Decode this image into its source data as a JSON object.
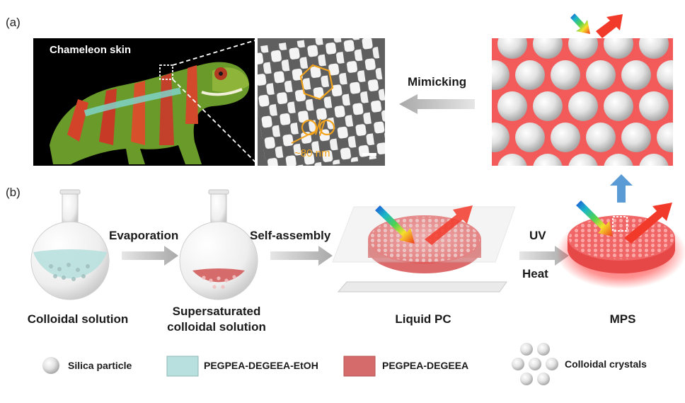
{
  "panel_a": {
    "tag": "(a)",
    "photo_label": "Chameleon skin",
    "tem_scale_label": "~80 nm",
    "arrow_label": "Mimicking"
  },
  "panel_b": {
    "tag": "(b)",
    "steps": [
      {
        "label": "Colloidal solution"
      },
      {
        "label_line1": "Supersaturated",
        "label_line2": "colloidal solution"
      },
      {
        "label": "Liquid PC"
      },
      {
        "label": "MPS"
      }
    ],
    "arrows": [
      "Evaporation",
      "Self-assembly"
    ],
    "uv_label": "UV",
    "heat_label": "Heat"
  },
  "legend": [
    {
      "label": "Silica particle",
      "swatch": "sphere"
    },
    {
      "label": "PEGPEA-DEGEEA-EtOH",
      "swatch": "#b8e0de"
    },
    {
      "label": "PEGPEA-DEGEEA",
      "swatch": "#d56b6b"
    },
    {
      "label": "Colloidal crystals",
      "swatch": "cluster"
    }
  ],
  "colors": {
    "accent_orange": "#f2a31b",
    "matrix_red": "#f35a5a",
    "reflect_red": "#f23a2a",
    "up_arrow_blue": "#5b9bd5",
    "process_arrow_gray": "#bdbdbd"
  }
}
